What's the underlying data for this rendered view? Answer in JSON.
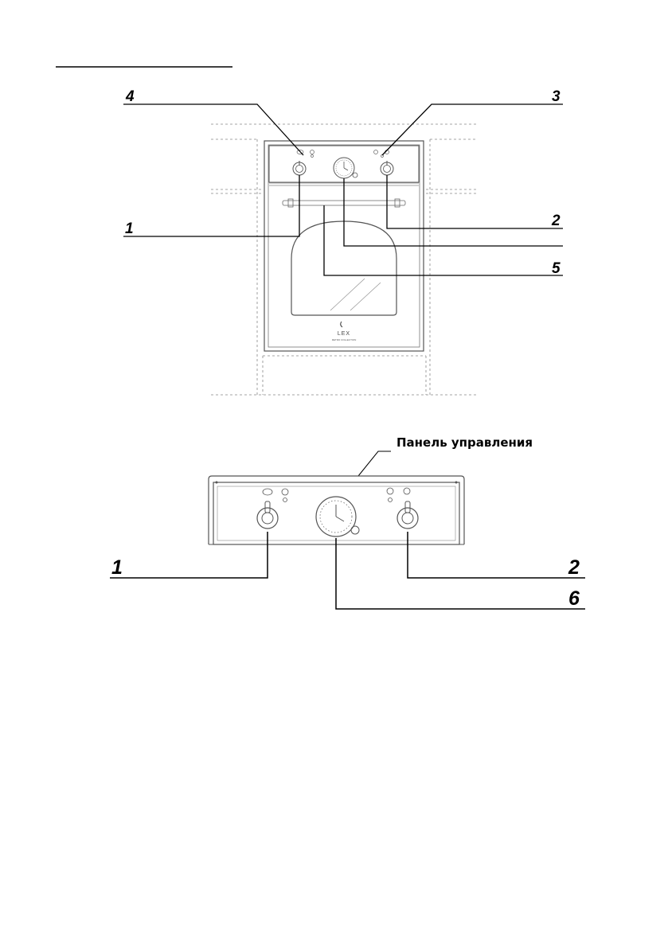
{
  "callouts": {
    "top": {
      "c1": "1",
      "c2": "2",
      "c3": "3",
      "c4": "4",
      "c5": "5"
    },
    "bottom": {
      "c1": "1",
      "c2": "2",
      "c6": "6"
    }
  },
  "panel_label": "Панель управления",
  "brand": {
    "logo": "LEX",
    "sub": "RETRO COLLECTION"
  },
  "colors": {
    "line": "#000000",
    "drawing": "#555555",
    "dashed": "#888888"
  }
}
